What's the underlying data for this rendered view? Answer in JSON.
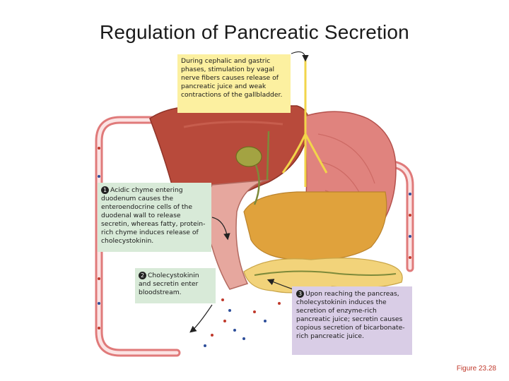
{
  "title": "Regulation of Pancreatic Secretion",
  "callouts": {
    "top": "During cephalic and gastric phases, stimulation by vagal nerve fibers causes release of pancreatic juice and weak contractions of the gallbladder.",
    "step1": {
      "number": "1",
      "text": "Acidic chyme entering duodenum causes the enteroendocrine cells of the duodenal wall to release secretin, whereas fatty, protein-rich chyme induces release of cholecystokinin."
    },
    "step2": {
      "number": "2",
      "text": "Cholecystokinin and secretin enter bloodstream."
    },
    "step3": {
      "number": "3",
      "text": "Upon reaching the pancreas, cholecystokinin induces the secretion of enzyme-rich pancreatic juice; secretin causes copious secretion of bicarbonate-rich pancreatic juice."
    }
  },
  "figure_label": "Figure 23.28"
}
